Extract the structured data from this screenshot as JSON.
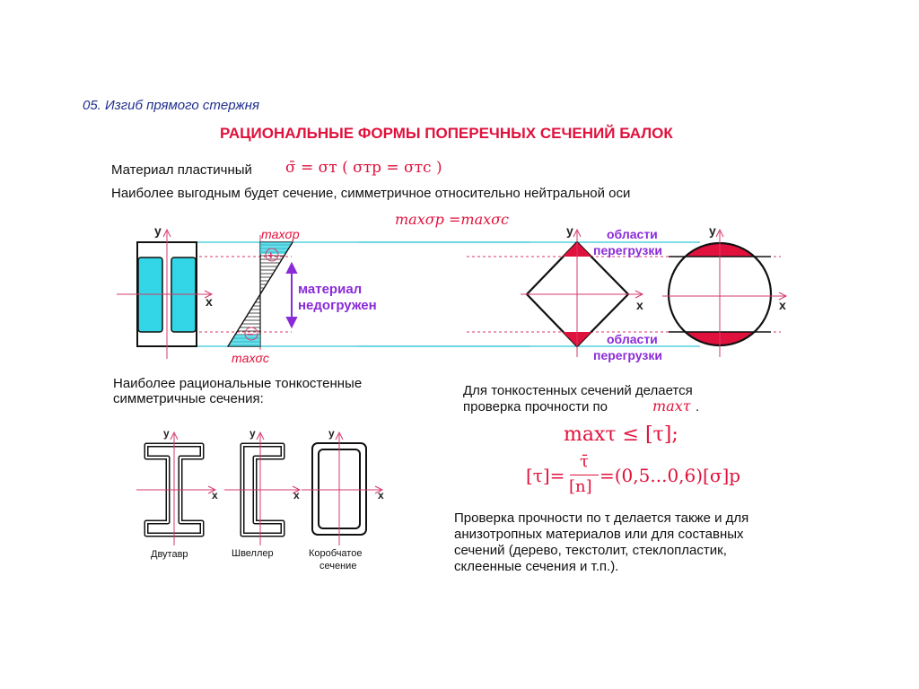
{
  "header": {
    "section": "05. Изгиб прямого стержня",
    "title": "РАЦИОНАЛЬНЫЕ ФОРМЫ ПОПЕРЕЧНЫХ СЕЧЕНИЙ БАЛОК"
  },
  "line1": {
    "text": "Материал пластичный",
    "formula": "σ̄ = σт  ( σтр = σтс )"
  },
  "line2": "Наиболее выгодным будет сечение, симметричное относительно нейтральной оси",
  "stress_eq": "maxσp =maxσc",
  "diagram": {
    "axis_x": "x",
    "axis_y": "y",
    "max_tension": "maxσp",
    "max_compression": "maxσc",
    "plus": "+",
    "minus": "−",
    "underloaded": [
      "материал",
      "недогружен"
    ],
    "overload_top": [
      "области",
      "перегрузки"
    ],
    "overload_bottom": [
      "области",
      "перегрузки"
    ]
  },
  "thin_walled": {
    "heading": [
      "Наиболее рациональные тонкостенные",
      "симметричные сечения:"
    ],
    "labels": {
      "ibeam": "Двутавр",
      "channel": "Швеллер",
      "box": [
        "Коробчатое",
        "сечение"
      ]
    }
  },
  "right_text": {
    "check_line1": "Для тонкостенных сечений делается",
    "check_line2": "проверка прочности по",
    "max_tau": "maxτ",
    "dot": ".",
    "cond": "maxτ ≤ [τ];",
    "formula_left": "[τ]=",
    "frac_num": "τ̄",
    "frac_den": "[n]",
    "formula_right": "=(0,5...0,6)[σ]р",
    "para": [
      "Проверка прочности по τ делается также и для",
      "анизотропных материалов или для составных",
      "сечений (дерево, текстолит, стеклопластик,",
      "склеенные сечения и т.п.)."
    ]
  },
  "colors": {
    "cyan": "#33d6e6",
    "red": "#e0113c",
    "violet": "#8a2bd8",
    "navy": "#1f2f8c",
    "axis": "#d63a6a"
  }
}
